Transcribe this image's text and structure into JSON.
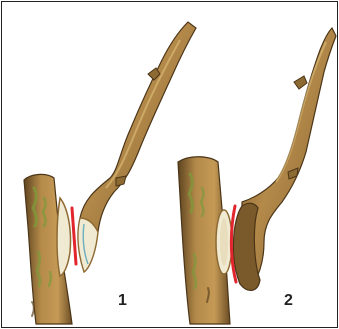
{
  "figure": {
    "panels": [
      {
        "id": "panel-1",
        "number": "1",
        "cut_marker_color": "#e2262d"
      },
      {
        "id": "panel-2",
        "number": "2",
        "cut_marker_color": "#e2262d"
      }
    ],
    "colors": {
      "bark_light": "#b48a4a",
      "bark_mid": "#8e6a33",
      "bark_dark": "#5e4420",
      "moss": "#7e9a3a",
      "wood": "#f1ead2",
      "wound": "#c9b58b",
      "border": "#222222"
    }
  }
}
